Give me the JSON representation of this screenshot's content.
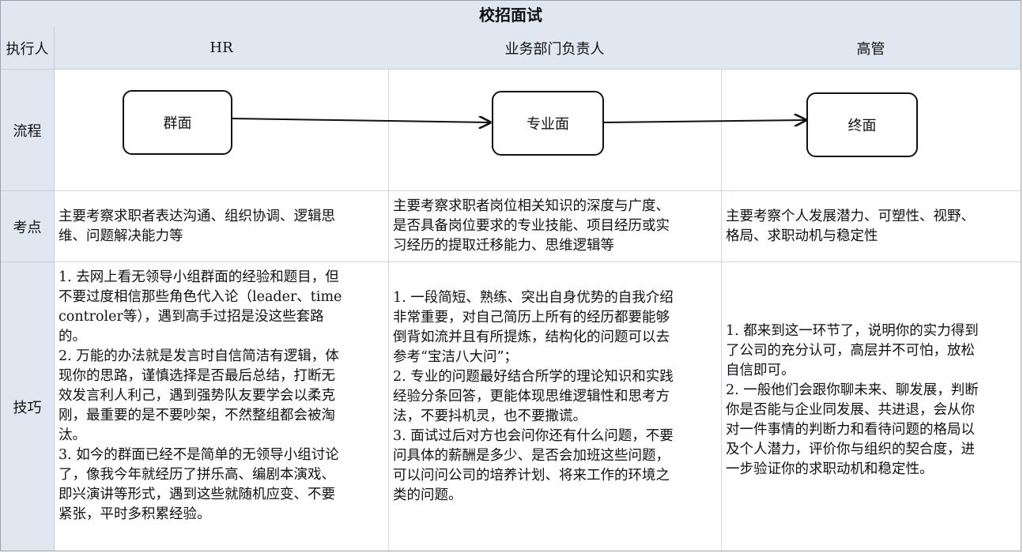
{
  "title": "校招面试",
  "headers": {
    "executor_label": "执行人",
    "col1": "HR",
    "col2": "业务部门负责人",
    "col3": "高管"
  },
  "rows": {
    "process_label": "流程",
    "focus_label": "考点",
    "tips_label": "技巧"
  },
  "process": {
    "node1": "群面",
    "node2": "专业面",
    "node3": "终面"
  },
  "focus": {
    "col1_lines": [
      "主要考察求职者表达沟通、组织协调、逻辑思",
      "维、问题解决能力等"
    ],
    "col2_lines": [
      "主要考察求职者岗位相关知识的深度与广度、",
      "是否具备岗位要求的专业技能、项目经历或实",
      "习经历的提取迁移能力、思维逻辑等"
    ],
    "col3_lines": [
      "主要考察个人发展潜力、可塑性、视野、",
      "格局、求职动机与稳定性"
    ]
  },
  "tips": {
    "col1_lines": [
      "1. 去网上看无领导小组群面的经验和题目，但",
      "不要过度相信那些角色代入论（leader、time",
      "controler等），遇到高手过招是没这些套路",
      "的。",
      "2. 万能的办法就是发言时自信简洁有逻辑，体",
      "现你的思路，谨慎选择是否最后总结，打断无",
      "效发言利人利己，遇到强势队友要学会以柔克",
      "刚，最重要的是不要吵架，不然整组都会被淘",
      "汰。",
      "3. 如今的群面已经不是简单的无领导小组讨论",
      "了，像我今年就经历了拼乐高、编剧本演戏、",
      "即兴演讲等形式，遇到这些就随机应变、不要",
      "紧张，平时多积累经验。"
    ],
    "col2_lines": [
      "1. 一段简短、熟练、突出自身优势的自我介绍",
      "非常重要，对自己简历上所有的经历都要能够",
      "倒背如流并且有所提炼，结构化的问题可以去",
      "参考“宝洁八大问”；",
      "2. 专业的问题最好结合所学的理论知识和实践",
      "经验分条回答，更能体现思维逻辑性和思考方",
      "法，不要抖机灵，也不要撒谎。",
      "3. 面试过后对方也会问你还有什么问题，不要",
      "问具体的薪酬是多少、是否会加班这些问题，",
      "可以问问公司的培养计划、将来工作的环境之",
      "类的问题。"
    ],
    "col3_lines": [
      "1. 都来到这一环节了，说明你的实力得到",
      "了公司的充分认可，高层并不可怕，放松",
      "自信即可。",
      "2. 一般他们会跟你聊未来、聊发展，判断",
      "你是否能与企业同发展、共进退，会从你",
      "对一件事情的判断力和看待问题的格局以",
      "及个人潜力，评价你与组织的契合度，进",
      "一步验证你的求职动机和稳定性。"
    ]
  }
}
